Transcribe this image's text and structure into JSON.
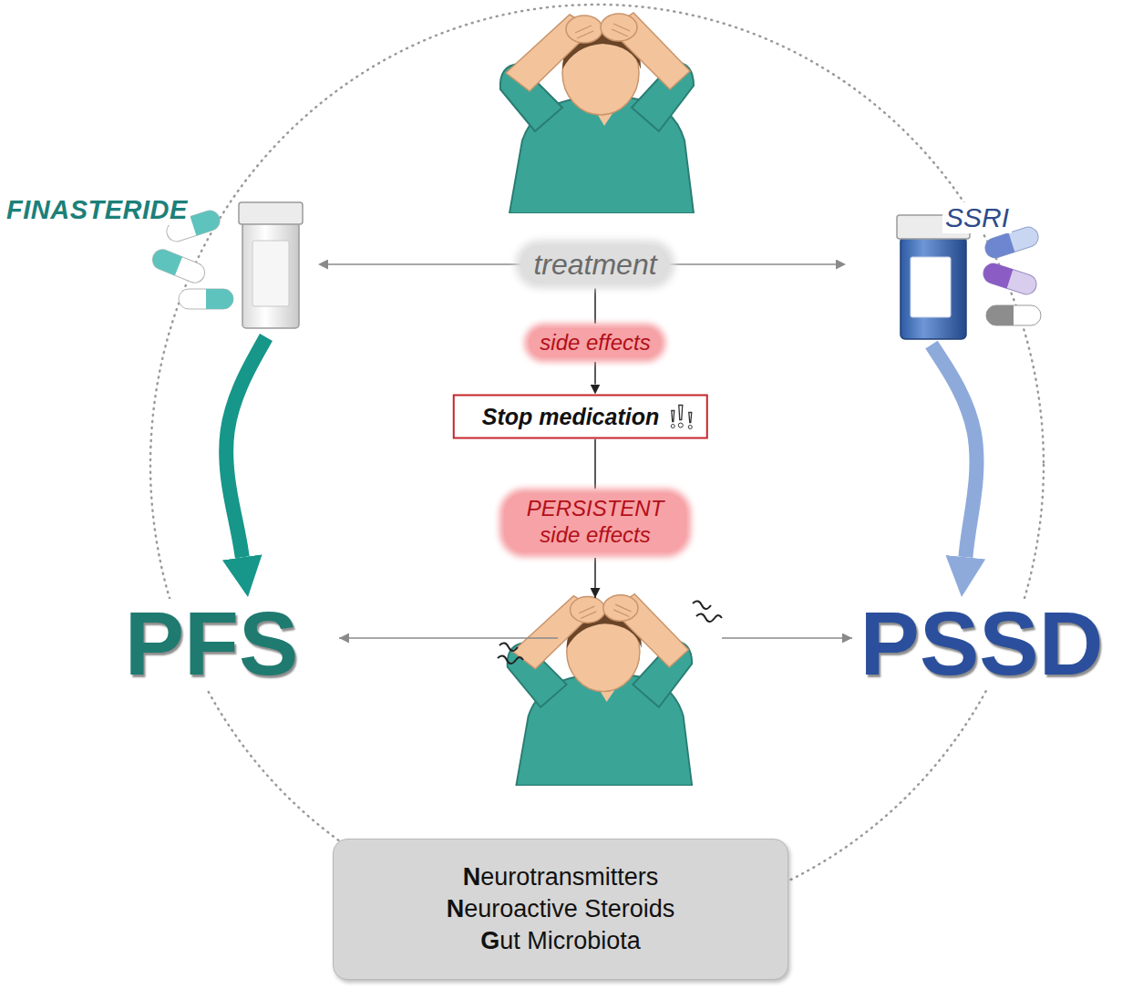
{
  "diagram": {
    "nodes": [
      {
        "text": [
          "FINASTERIDE"
        ]
      },
      {
        "text": [
          "SSRI"
        ]
      },
      {
        "text": [
          "treatment"
        ]
      },
      {
        "text": [
          "side effects"
        ]
      },
      {
        "text": [
          "Stop medication"
        ]
      },
      {
        "text": [
          "PERSISTENT side effects"
        ]
      },
      {
        "text": [
          "PFS"
        ]
      },
      {
        "text": [
          "PSSD"
        ]
      },
      {
        "text": [
          "Neurotransmitters",
          "Neuroactive Steroids",
          "Gut Microbiota"
        ]
      }
    ],
    "edges": [
      {
        "from": 2,
        "to": 0,
        "arrow": "to"
      },
      {
        "from": 2,
        "to": 1,
        "arrow": "to"
      },
      {
        "from": 2,
        "to": 3,
        "arrow": "none"
      },
      {
        "from": 3,
        "to": 4,
        "arrow": "to"
      },
      {
        "from": 4,
        "to": 5,
        "arrow": "none"
      },
      {
        "from": 0,
        "to": 6,
        "arrow": "to"
      },
      {
        "from": 1,
        "to": 7,
        "arrow": "to"
      }
    ]
  }
}
